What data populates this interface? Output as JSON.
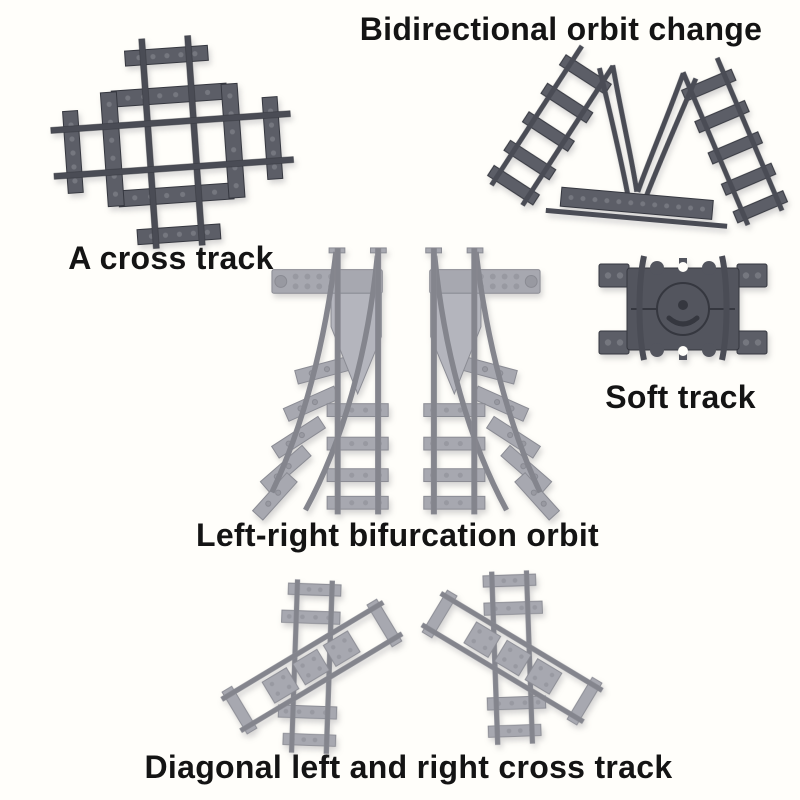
{
  "figures": {
    "bidirectional": {
      "label": "Bidirectional orbit change",
      "illustration": "double-switch-wye-track"
    },
    "cross": {
      "label": "A cross track",
      "illustration": "perpendicular-crossing-track"
    },
    "soft": {
      "label": "Soft track",
      "illustration": "flexible-track-segment"
    },
    "bifurcation": {
      "label": "Left-right bifurcation orbit",
      "illustration": "mirrored-left-right-switch-tracks"
    },
    "diagonal": {
      "label": "Diagonal left and right cross track",
      "illustration": "mirrored-diagonal-crossing-tracks"
    }
  },
  "colors": {
    "page_bg": "#fffefa",
    "text_color": "#141414",
    "dark_rail": "#4a4c55",
    "dark_sleeper": "#5c5e67",
    "dark_plate": "#53555e",
    "dark_stud": "#75777f",
    "dark_edge": "#35373f",
    "light_rail": "#84858d",
    "light_sleeper": "#a7a8b0",
    "light_plate": "#b4b5bd",
    "light_stud": "#9899a1",
    "light_edge": "#8a8b93"
  }
}
